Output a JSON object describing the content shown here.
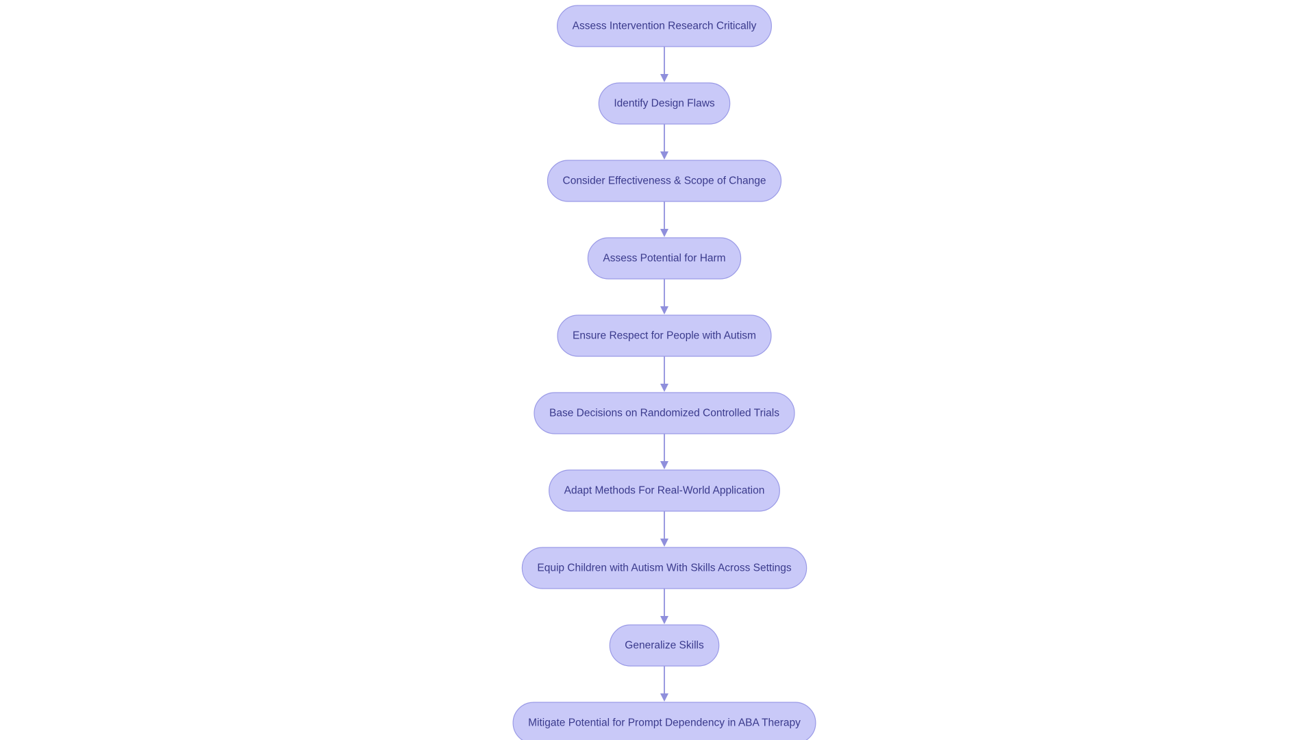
{
  "diagram": {
    "type": "flowchart",
    "direction": "top-to-bottom",
    "colors": {
      "node_fill": "#c9c9f8",
      "node_stroke": "#9a9ae6",
      "node_text": "#3a3a8c",
      "edge": "#8f8fdc",
      "background": "#ffffff"
    },
    "nodes": [
      {
        "id": "n1",
        "label": "Assess Intervention Research Critically"
      },
      {
        "id": "n2",
        "label": "Identify Design Flaws"
      },
      {
        "id": "n3",
        "label": "Consider Effectiveness & Scope of Change"
      },
      {
        "id": "n4",
        "label": "Assess Potential for Harm"
      },
      {
        "id": "n5",
        "label": "Ensure Respect for People with Autism"
      },
      {
        "id": "n6",
        "label": "Base Decisions on Randomized Controlled Trials"
      },
      {
        "id": "n7",
        "label": "Adapt Methods For Real-World Application"
      },
      {
        "id": "n8",
        "label": "Equip Children with Autism With Skills Across Settings"
      },
      {
        "id": "n9",
        "label": "Generalize Skills"
      },
      {
        "id": "n10",
        "label": "Mitigate Potential for Prompt Dependency in ABA Therapy"
      }
    ],
    "edges": [
      {
        "from": "n1",
        "to": "n2"
      },
      {
        "from": "n2",
        "to": "n3"
      },
      {
        "from": "n3",
        "to": "n4"
      },
      {
        "from": "n4",
        "to": "n5"
      },
      {
        "from": "n5",
        "to": "n6"
      },
      {
        "from": "n6",
        "to": "n7"
      },
      {
        "from": "n7",
        "to": "n8"
      },
      {
        "from": "n8",
        "to": "n9"
      },
      {
        "from": "n9",
        "to": "n10"
      }
    ]
  }
}
